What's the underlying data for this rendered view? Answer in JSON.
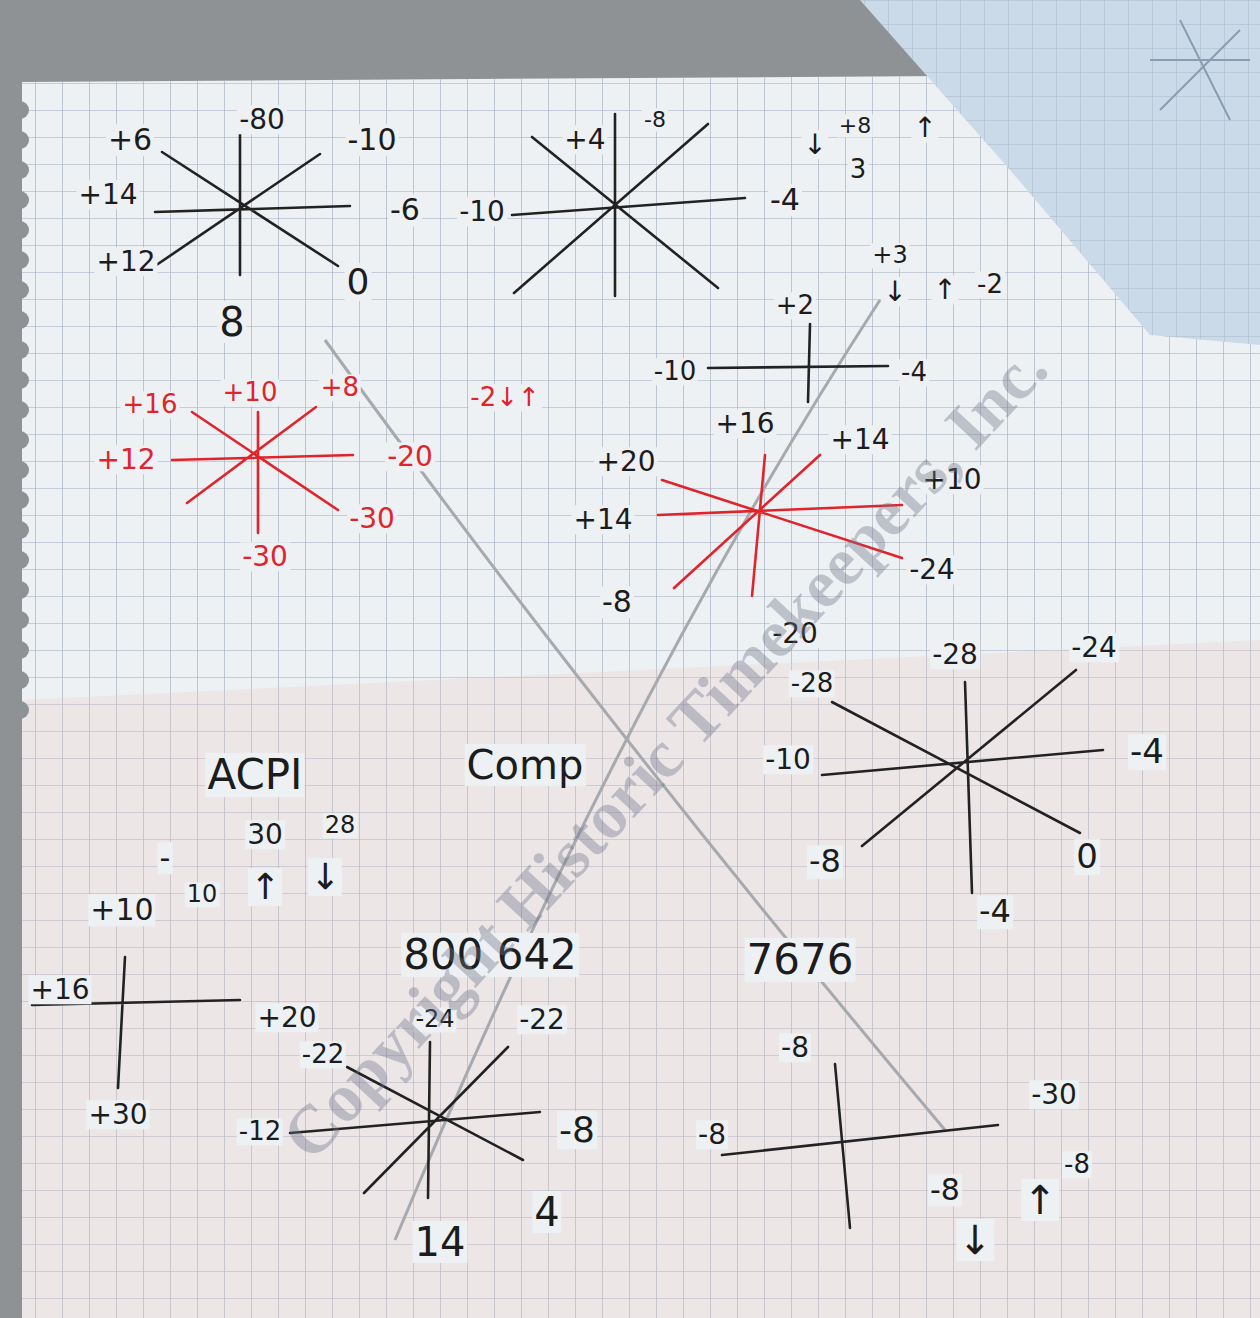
{
  "diagram": {
    "labels": [
      "+6",
      "-80",
      "-10",
      "+14",
      "-6",
      "+12",
      "0",
      "8",
      "+4",
      "-8",
      "-10",
      "-4",
      "↓",
      "+8",
      "3",
      "↑",
      "+3",
      "↓",
      "↑",
      "-2",
      "+2",
      "-10",
      "-4",
      "+16",
      "+10",
      "+8",
      "+12",
      "-20",
      "-30",
      "-30",
      "-2↓↑",
      "+16",
      "+14",
      "+20",
      "+10",
      "+14",
      "-24",
      "-8",
      "-20",
      "-28",
      "-28",
      "-24",
      "-10",
      "-4",
      "-8",
      "0",
      "-4",
      "ACPI",
      "Comp",
      "-",
      "30",
      "28",
      "↑",
      "↓",
      "+10",
      "10",
      "800 642",
      "7676",
      "+16",
      "+20",
      "+30",
      "-24",
      "-22",
      "-22",
      "-12",
      "-8",
      "4",
      "14",
      "-8",
      "-8",
      "-30",
      "-8",
      "↓",
      "↑",
      "-8",
      "Copyright Historic Timekeepers, Inc."
    ]
  }
}
